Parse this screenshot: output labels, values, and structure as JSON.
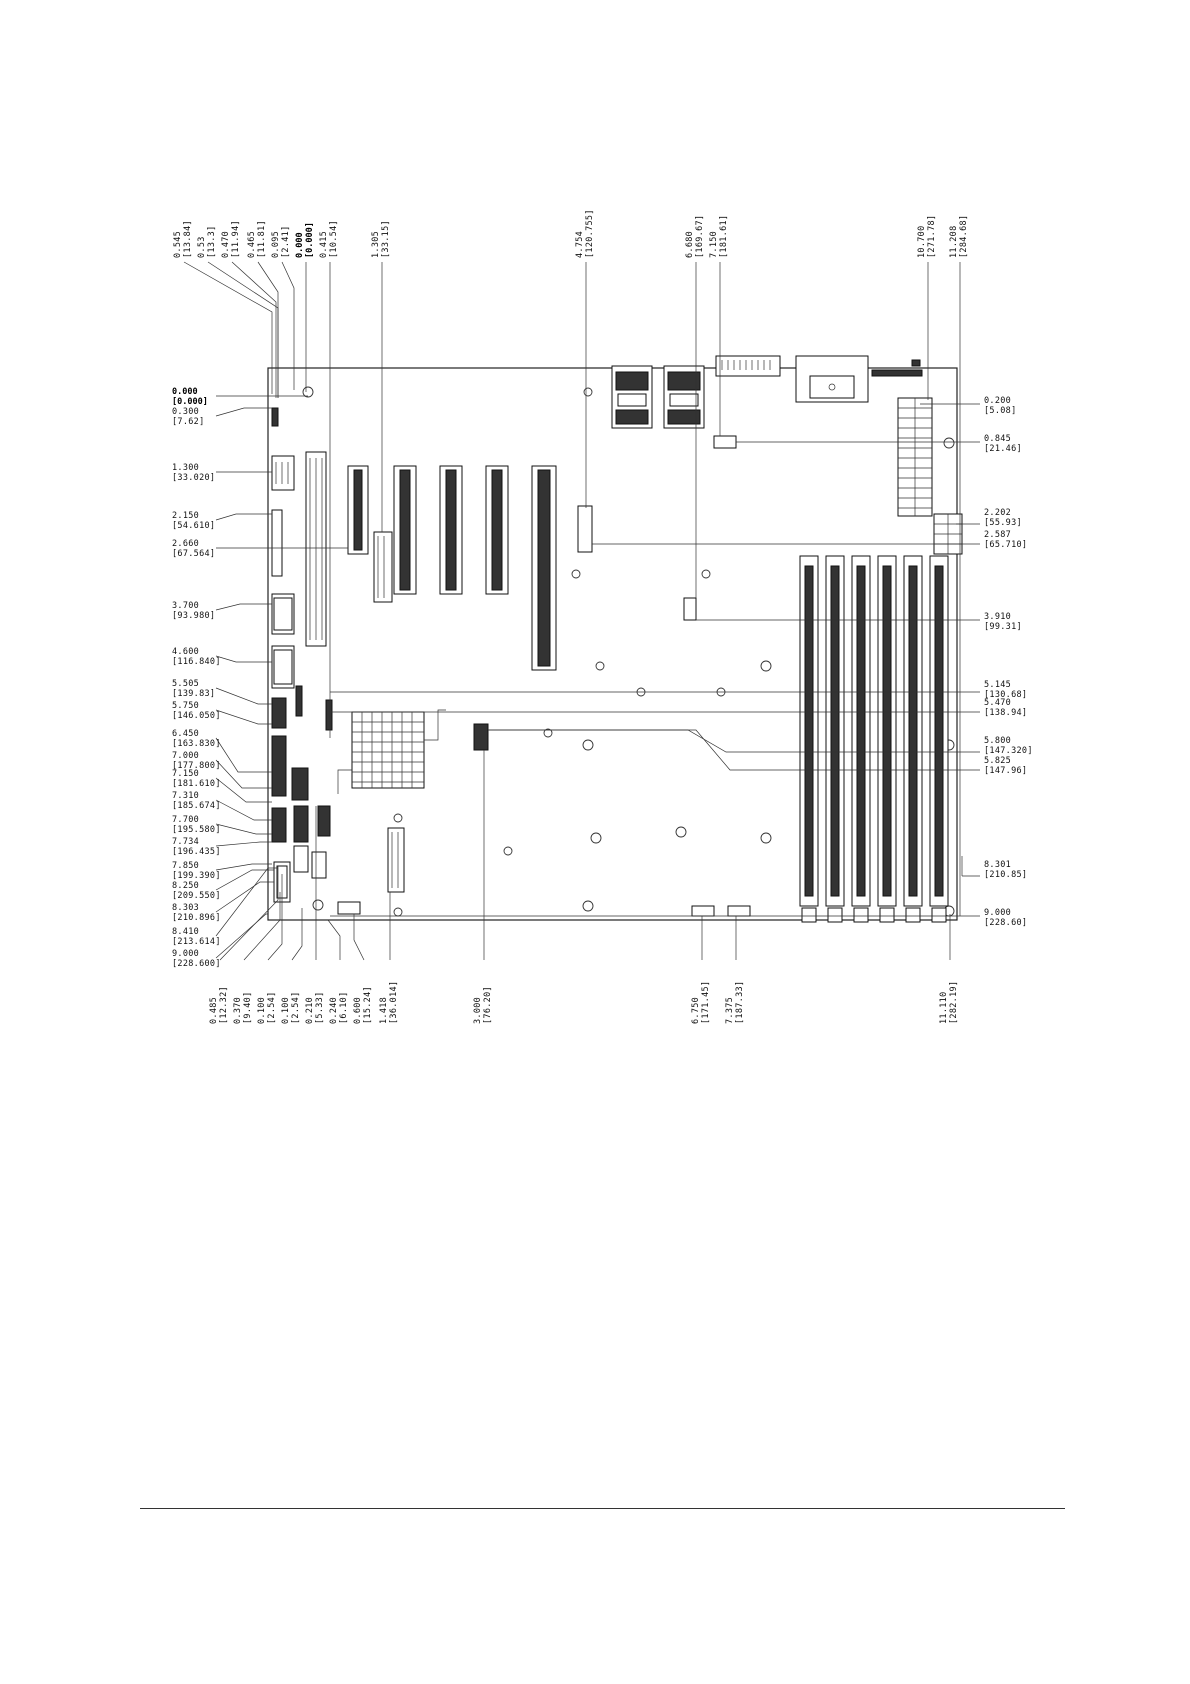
{
  "left_labels": [
    {
      "in": "0.000",
      "mm": "[0.000]",
      "bold": true
    },
    {
      "in": "0.300",
      "mm": "[7.62]"
    },
    {
      "in": "1.300",
      "mm": "[33.020]"
    },
    {
      "in": "2.150",
      "mm": "[54.610]"
    },
    {
      "in": "2.660",
      "mm": "[67.564]"
    },
    {
      "in": "3.700",
      "mm": "[93.980]"
    },
    {
      "in": "4.600",
      "mm": "[116.840]"
    },
    {
      "in": "5.505",
      "mm": "[139.83]"
    },
    {
      "in": "5.750",
      "mm": "[146.050]"
    },
    {
      "in": "6.450",
      "mm": "[163.830]"
    },
    {
      "in": "7.000",
      "mm": "[177.800]"
    },
    {
      "in": "7.150",
      "mm": "[181.610]"
    },
    {
      "in": "7.310",
      "mm": "[185.674]"
    },
    {
      "in": "7.700",
      "mm": "[195.580]"
    },
    {
      "in": "7.734",
      "mm": "[196.435]"
    },
    {
      "in": "7.850",
      "mm": "[199.390]"
    },
    {
      "in": "8.250",
      "mm": "[209.550]"
    },
    {
      "in": "8.303",
      "mm": "[210.896]"
    },
    {
      "in": "8.410",
      "mm": "[213.614]"
    },
    {
      "in": "9.000",
      "mm": "[228.600]"
    }
  ],
  "right_labels": [
    {
      "in": "0.200",
      "mm": "[5.08]"
    },
    {
      "in": "0.845",
      "mm": "[21.46]"
    },
    {
      "in": "2.202",
      "mm": "[55.93]"
    },
    {
      "in": "2.587",
      "mm": "[65.710]"
    },
    {
      "in": "3.910",
      "mm": "[99.31]"
    },
    {
      "in": "5.145",
      "mm": "[130.68]"
    },
    {
      "in": "5.470",
      "mm": "[138.94]"
    },
    {
      "in": "5.800",
      "mm": "[147.320]"
    },
    {
      "in": "5.825",
      "mm": "[147.96]"
    },
    {
      "in": "8.301",
      "mm": "[210.85]"
    },
    {
      "in": "9.000",
      "mm": "[228.60]"
    }
  ],
  "top_labels": [
    {
      "in": "0.545",
      "mm": "[13.84]"
    },
    {
      "in": "0.53",
      "mm": "[13.3]"
    },
    {
      "in": "0.470",
      "mm": "[11.94]"
    },
    {
      "in": "0.465",
      "mm": "[11.81]"
    },
    {
      "in": "0.095",
      "mm": "[2.41]"
    },
    {
      "in": "0.000",
      "mm": "[0.000]",
      "bold": true
    },
    {
      "in": "0.415",
      "mm": "[10.54]"
    },
    {
      "in": "1.305",
      "mm": "[33.15]"
    },
    {
      "in": "4.754",
      "mm": "[120.755]"
    },
    {
      "in": "6.680",
      "mm": "[169.67]"
    },
    {
      "in": "7.150",
      "mm": "[181.61]"
    },
    {
      "in": "10.700",
      "mm": "[271.78]"
    },
    {
      "in": "11.208",
      "mm": "[284.68]"
    }
  ],
  "bottom_labels": [
    {
      "in": "0.485",
      "mm": "[12.32]"
    },
    {
      "in": "0.370",
      "mm": "[9.40]"
    },
    {
      "in": "0.100",
      "mm": "[2.54]"
    },
    {
      "in": "0.100",
      "mm": "[2.54]"
    },
    {
      "in": "0.210",
      "mm": "[5.33]"
    },
    {
      "in": "0.240",
      "mm": "[6.10]"
    },
    {
      "in": "0.600",
      "mm": "[15.24]"
    },
    {
      "in": "1.418",
      "mm": "[36.014]"
    },
    {
      "in": "3.000",
      "mm": "[76.20]"
    },
    {
      "in": "6.750",
      "mm": "[171.45]"
    },
    {
      "in": "7.375",
      "mm": "[187.33]"
    },
    {
      "in": "11.110",
      "mm": "[282.19]"
    }
  ]
}
